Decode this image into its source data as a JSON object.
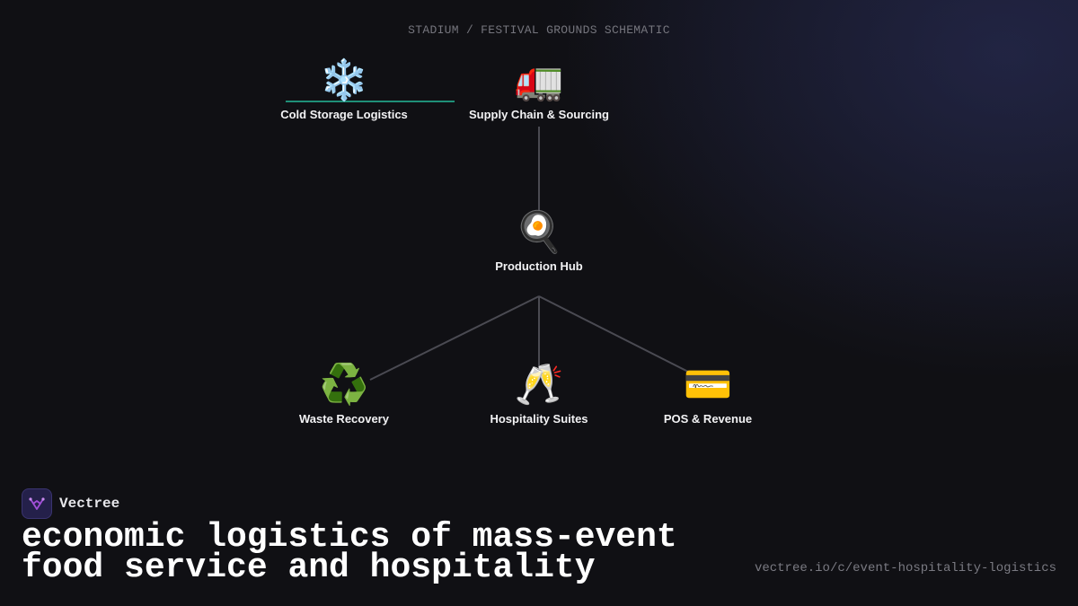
{
  "diagram": {
    "heading": "STADIUM / FESTIVAL GROUNDS SCHEMATIC",
    "nodes": [
      {
        "id": "cold-storage",
        "label": "Cold Storage Logistics",
        "icon": "❄️",
        "icon_name": "snowflake-icon"
      },
      {
        "id": "supply-chain",
        "label": "Supply Chain & Sourcing",
        "icon": "🚛",
        "icon_name": "truck-icon"
      },
      {
        "id": "production-hub",
        "label": "Production Hub",
        "icon": "🍳",
        "icon_name": "frying-pan-icon"
      },
      {
        "id": "waste-recovery",
        "label": "Waste Recovery",
        "icon": "♻️",
        "icon_name": "recycle-icon"
      },
      {
        "id": "hospitality-suites",
        "label": "Hospitality Suites",
        "icon": "🥂",
        "icon_name": "champagne-glasses-icon"
      },
      {
        "id": "pos-revenue",
        "label": "POS & Revenue",
        "icon": "💳",
        "icon_name": "credit-card-icon"
      }
    ],
    "edges": [
      {
        "from": "cold-storage",
        "to": "supply-chain",
        "color": "#1f8f78"
      },
      {
        "from": "supply-chain",
        "to": "production-hub",
        "color": "#4a4a52"
      },
      {
        "from": "production-hub",
        "to": "waste-recovery",
        "color": "#4a4a52"
      },
      {
        "from": "production-hub",
        "to": "hospitality-suites",
        "color": "#4a4a52"
      },
      {
        "from": "production-hub",
        "to": "pos-revenue",
        "color": "#4a4a52"
      }
    ]
  },
  "brand": {
    "name": "Vectree",
    "logo_icon": "vectree-logo-icon",
    "accent": "#a24fd8"
  },
  "title": "economic logistics of mass-event food service and hospitality",
  "url": "vectree.io/c/event-hospitality-logistics"
}
